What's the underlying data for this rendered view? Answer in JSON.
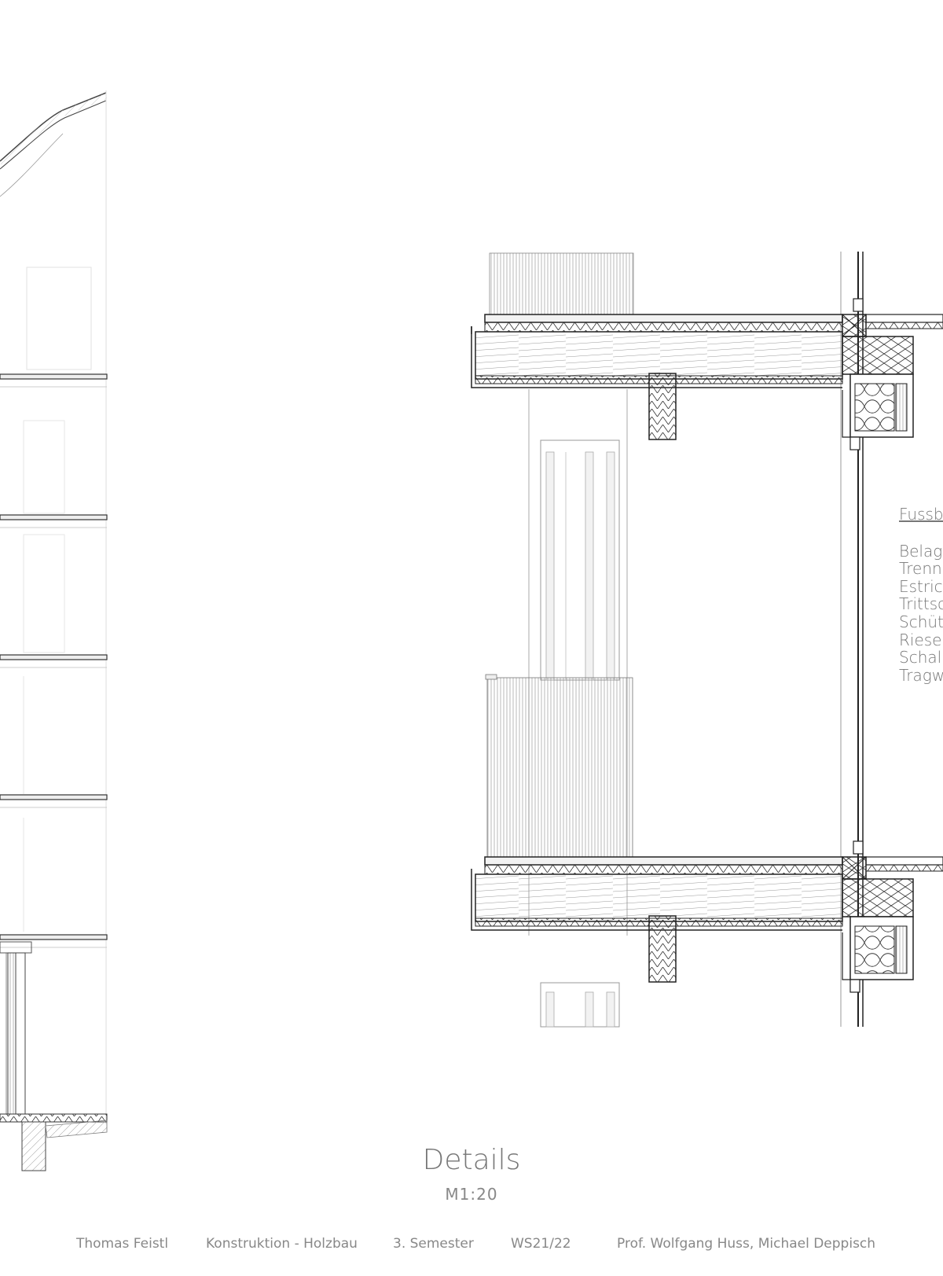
{
  "drawing": {
    "title": "Details",
    "scale": "M1:20",
    "legend": {
      "heading": "Fussb",
      "items": [
        "Belag",
        "Trenns",
        "Estrich",
        "Trittsch",
        "Schütt",
        "Riesels",
        "Schalu",
        "Tragw"
      ]
    }
  },
  "footer": {
    "author": "Thomas Feistl",
    "course": "Konstruktion - Holzbau",
    "semester": "3. Semester",
    "term": "WS21/22",
    "professors": "Prof. Wolfgang Huss, Michael Deppisch"
  },
  "colors": {
    "line": "#1a1a1a",
    "thin_line": "#666666",
    "faint_line": "#c8c8c8",
    "text": "#777777"
  },
  "icons": [
    "insulation-hatch",
    "timber-grain-hatch",
    "cross-beam-symbol"
  ]
}
